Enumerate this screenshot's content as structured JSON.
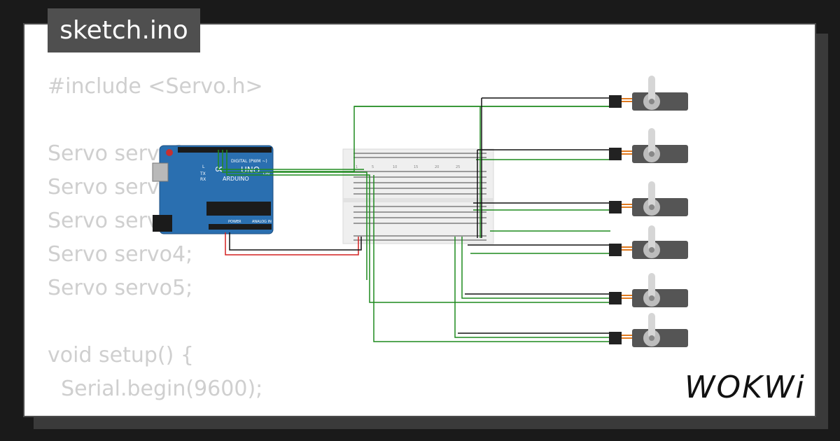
{
  "file_tab": {
    "label": "sketch.ino"
  },
  "code_lines": [
    "#include <Servo.h>",
    "",
    "Servo servo1;",
    "Servo servo2;",
    "Servo servo3;",
    "Servo servo4;",
    "Servo servo5;",
    "",
    "void setup() {",
    "  Serial.begin(9600);"
  ],
  "board": {
    "name": "UNO",
    "brand": "ARDUINO",
    "header_label": "DIGITAL (PWM ~)",
    "power_label": "POWER",
    "analog_label": "ANALOG IN",
    "tx_label": "TX",
    "rx_label": "RX",
    "on_label": "ON",
    "l_label": "L"
  },
  "breadboard": {
    "col_labels": [
      "1",
      "5",
      "10",
      "15",
      "20",
      "25"
    ]
  },
  "logo": {
    "text": "WOKWi"
  },
  "colors": {
    "background": "#1a1a1a",
    "card": "#ffffff",
    "badge": "#4f4f4f",
    "code_text": "#cfcfcf",
    "board_blue": "#2a6fb0",
    "wire_green": "#1f8a1f",
    "wire_red": "#d42020",
    "wire_black": "#111111"
  }
}
